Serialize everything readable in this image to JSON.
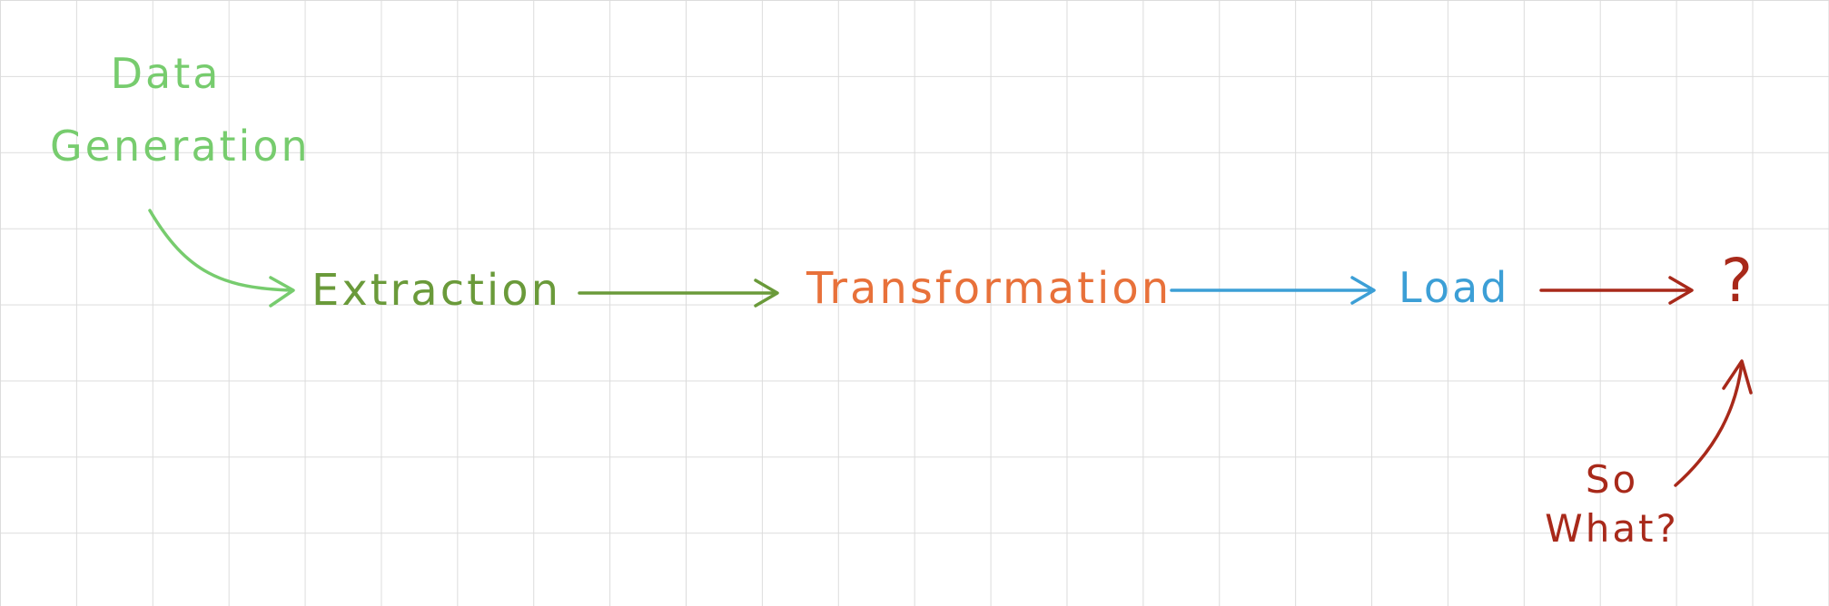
{
  "labels": {
    "data_generation": {
      "line1": "Data",
      "line2": "Generation"
    },
    "extraction": "Extraction",
    "transformation": "Transformation",
    "load": "Load",
    "question_mark": "?",
    "so_what": {
      "line1": "So",
      "line2": "What?"
    }
  },
  "colors": {
    "data_generation": "#77cc6e",
    "extraction": "#6a9a3a",
    "transformation": "#e8713a",
    "load": "#3c9fd6",
    "outcome": "#a8291a",
    "grid": "#dcdcdc"
  }
}
